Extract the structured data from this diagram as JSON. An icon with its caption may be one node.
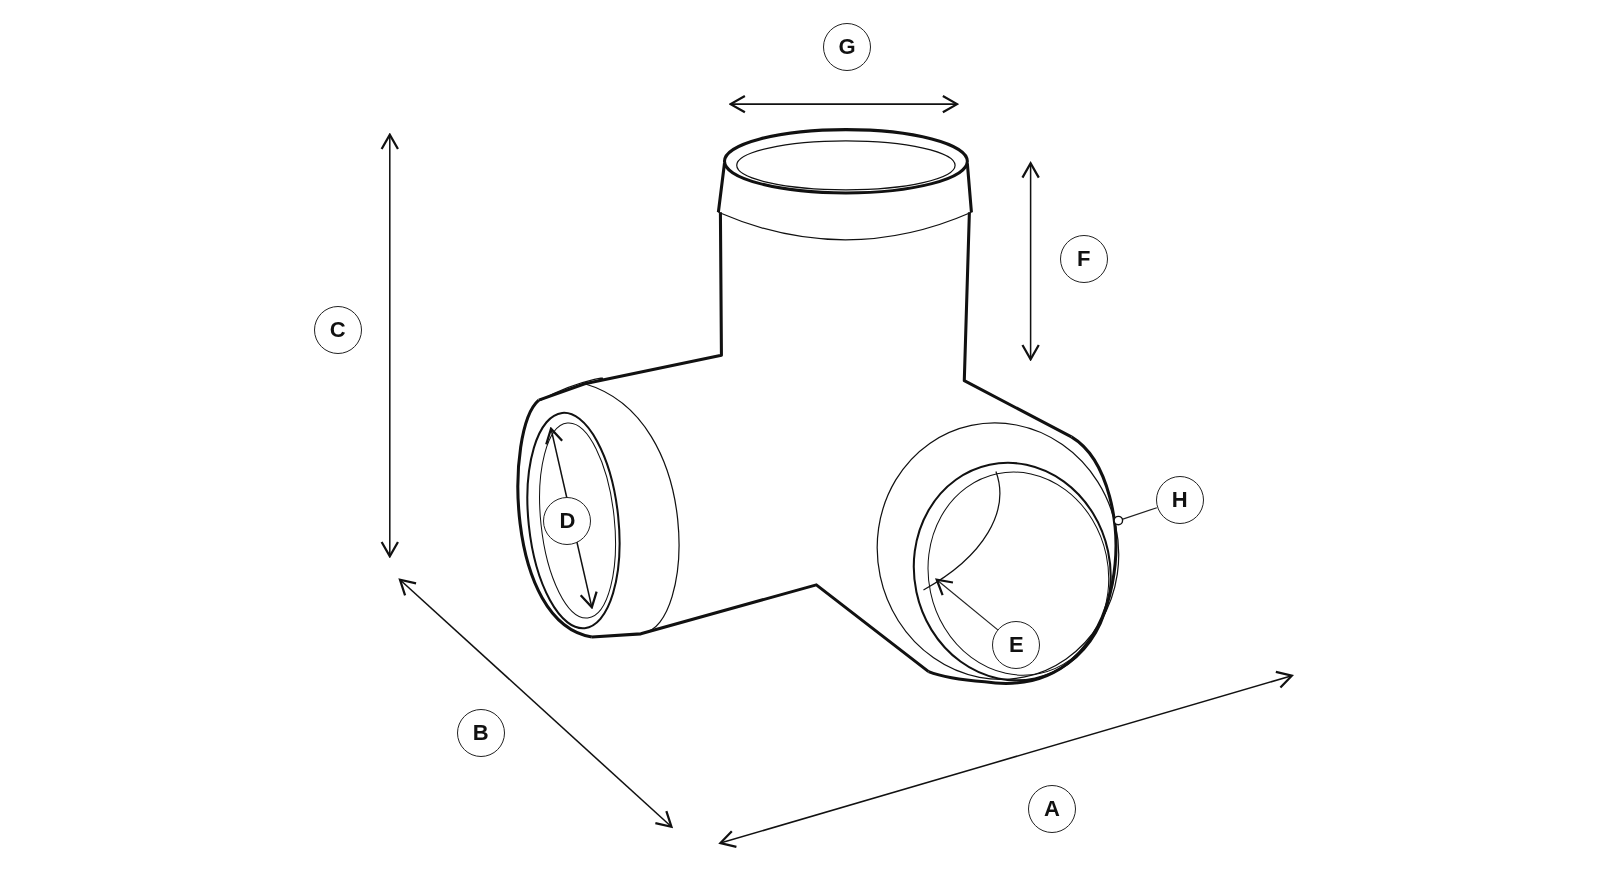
{
  "diagram": {
    "nodes": [
      {
        "text": [
          "G"
        ]
      },
      {
        "text": [
          "F"
        ]
      },
      {
        "text": [
          "C"
        ]
      },
      {
        "text": [
          "H"
        ]
      },
      {
        "text": [
          "D"
        ]
      },
      {
        "text": [
          "E"
        ]
      },
      {
        "text": [
          "B"
        ]
      },
      {
        "text": [
          "A"
        ]
      }
    ],
    "edges": [
      {
        "from": 5,
        "to": null,
        "arrow": "to"
      },
      {
        "from": 3,
        "to": null,
        "arrow": "other"
      }
    ]
  }
}
